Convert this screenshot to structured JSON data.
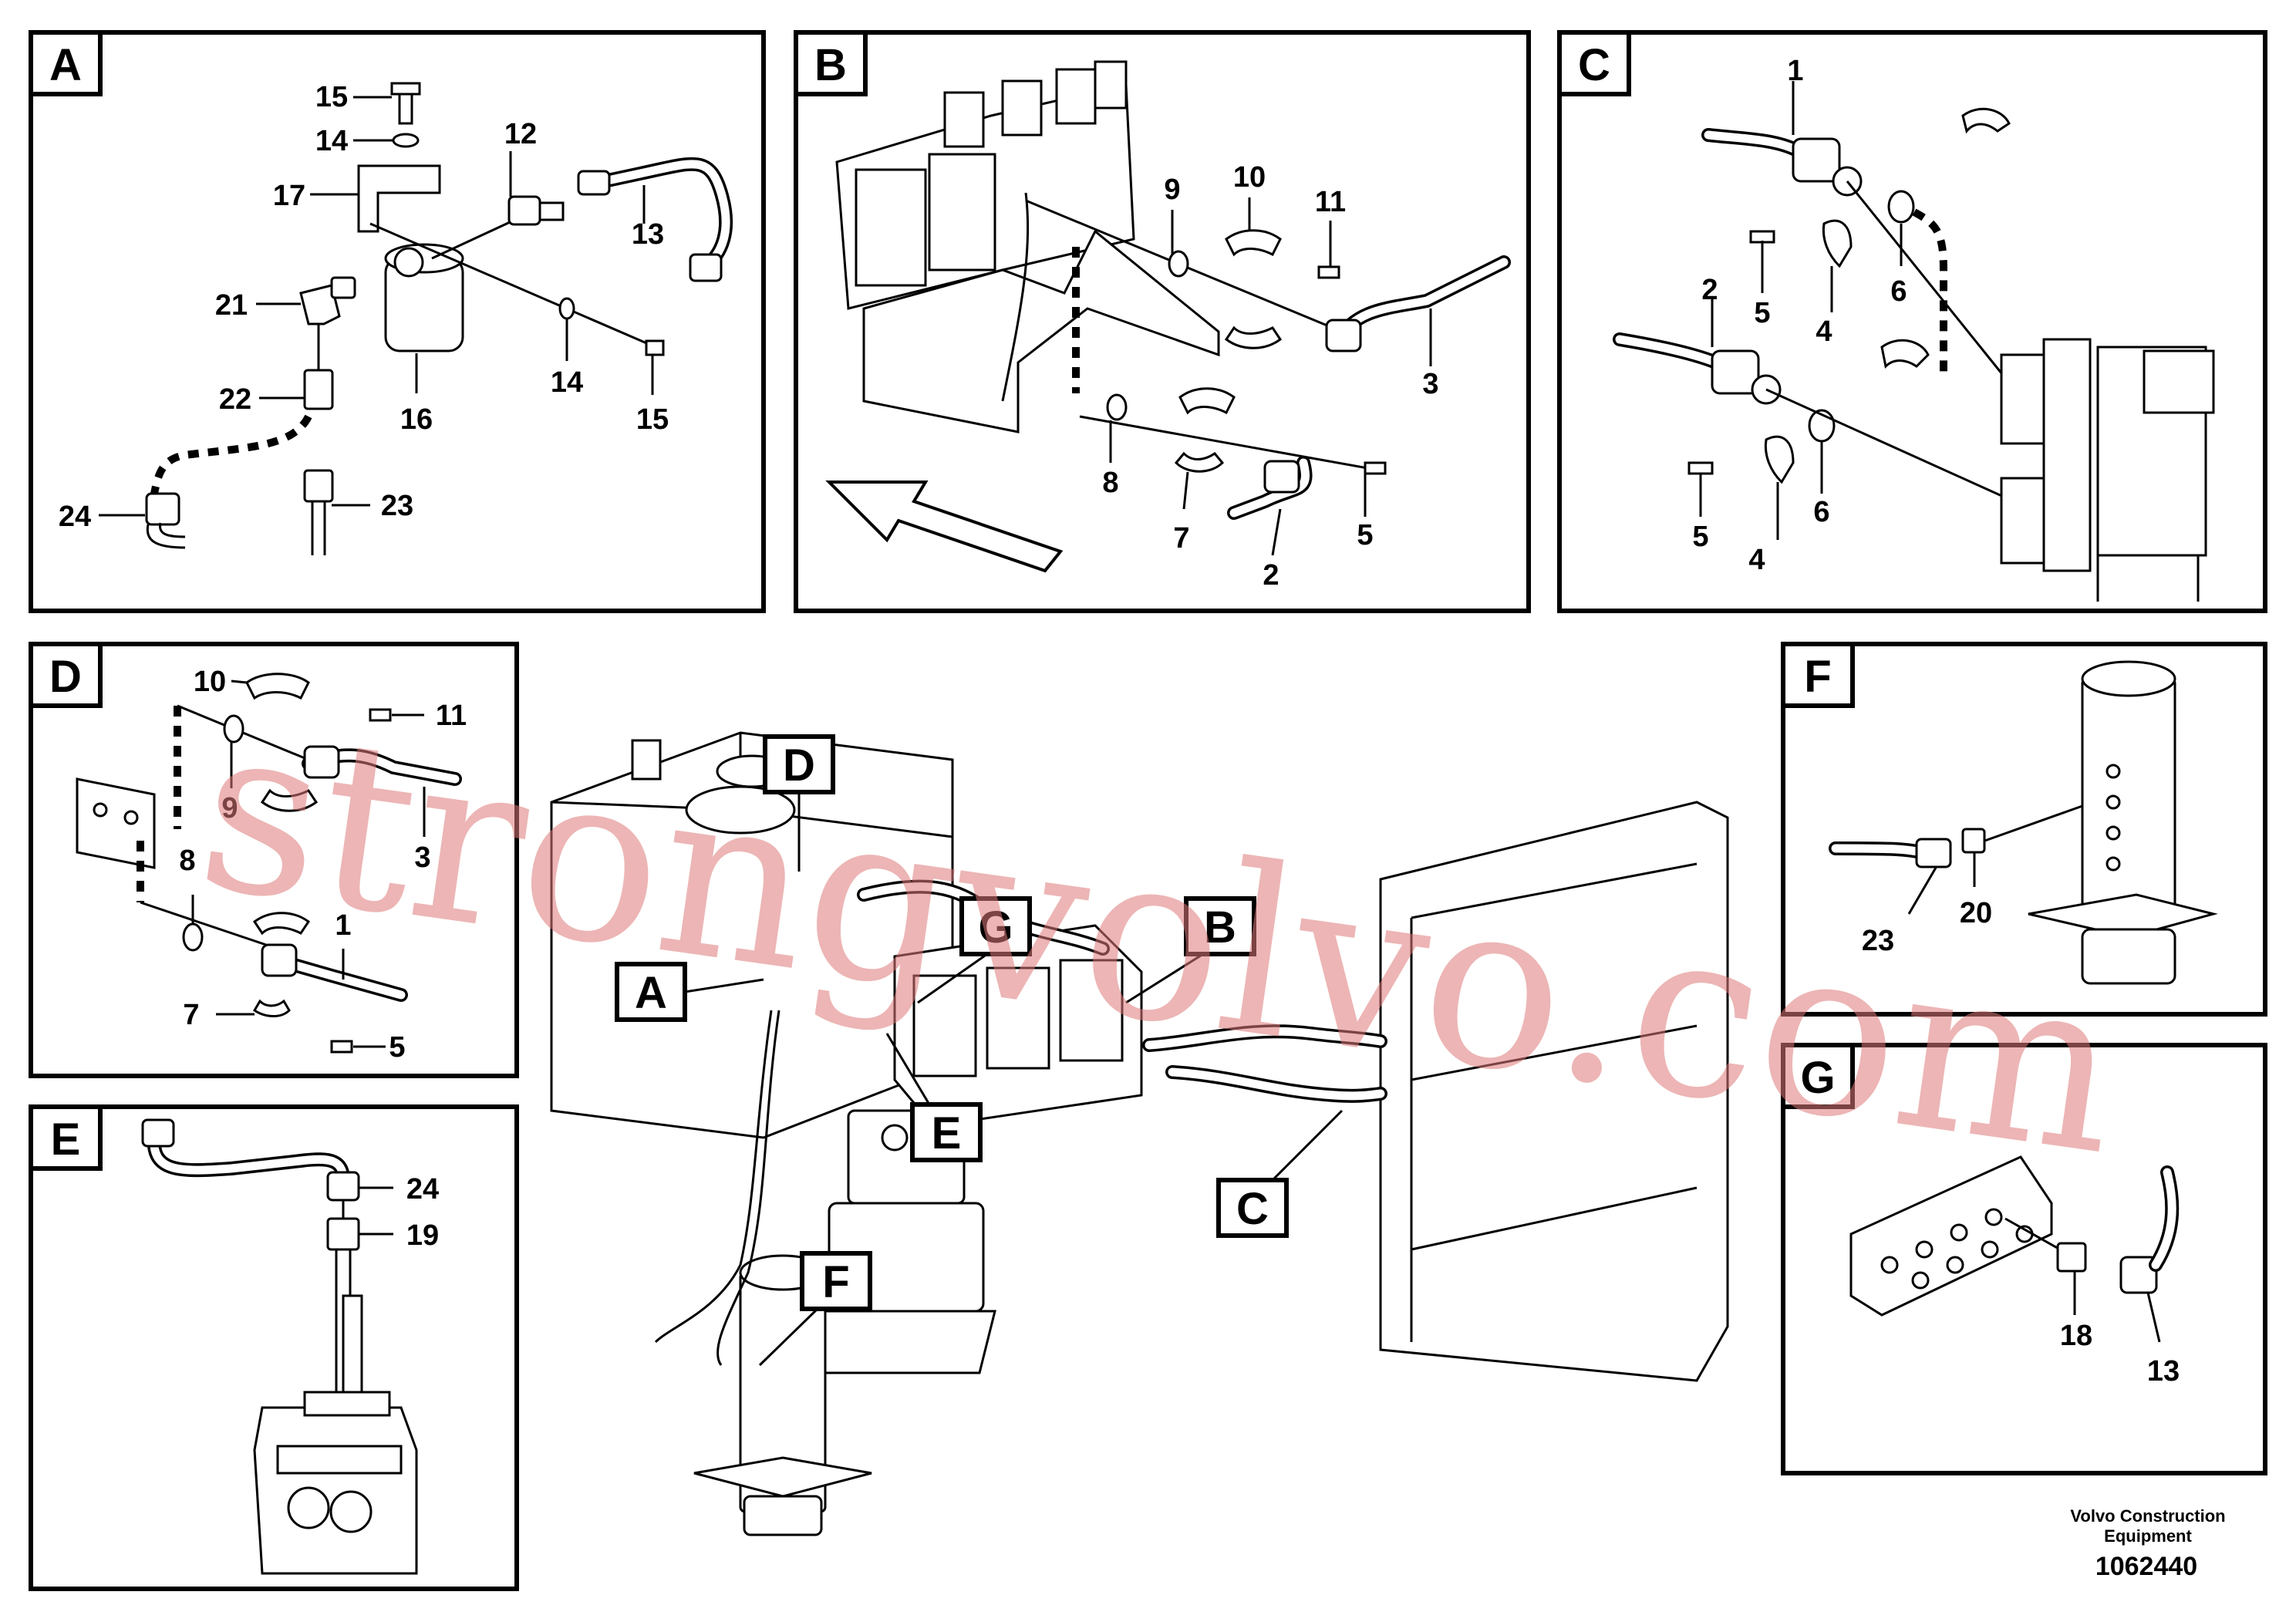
{
  "panels": [
    {
      "id": "A",
      "callouts": [
        "15",
        "14",
        "12",
        "17",
        "13",
        "21",
        "14",
        "15",
        "22",
        "16",
        "24",
        "23"
      ]
    },
    {
      "id": "B",
      "callouts": [
        "9",
        "10",
        "11",
        "3",
        "8",
        "5",
        "7",
        "2"
      ]
    },
    {
      "id": "C",
      "callouts": [
        "1",
        "5",
        "4",
        "6",
        "2",
        "5",
        "6",
        "4"
      ]
    },
    {
      "id": "D",
      "callouts": [
        "10",
        "11",
        "9",
        "3",
        "8",
        "1",
        "7",
        "5"
      ]
    },
    {
      "id": "E",
      "callouts": [
        "24",
        "19"
      ]
    },
    {
      "id": "F",
      "callouts": [
        "23",
        "20"
      ]
    },
    {
      "id": "G",
      "callouts": [
        "18",
        "13"
      ]
    }
  ],
  "overview_tags": [
    "D",
    "G",
    "B",
    "A",
    "E",
    "C",
    "F"
  ],
  "watermark": "strongvolvo.com",
  "footer": {
    "line1": "Volvo Construction",
    "line2": "Equipment",
    "number": "1062440"
  }
}
